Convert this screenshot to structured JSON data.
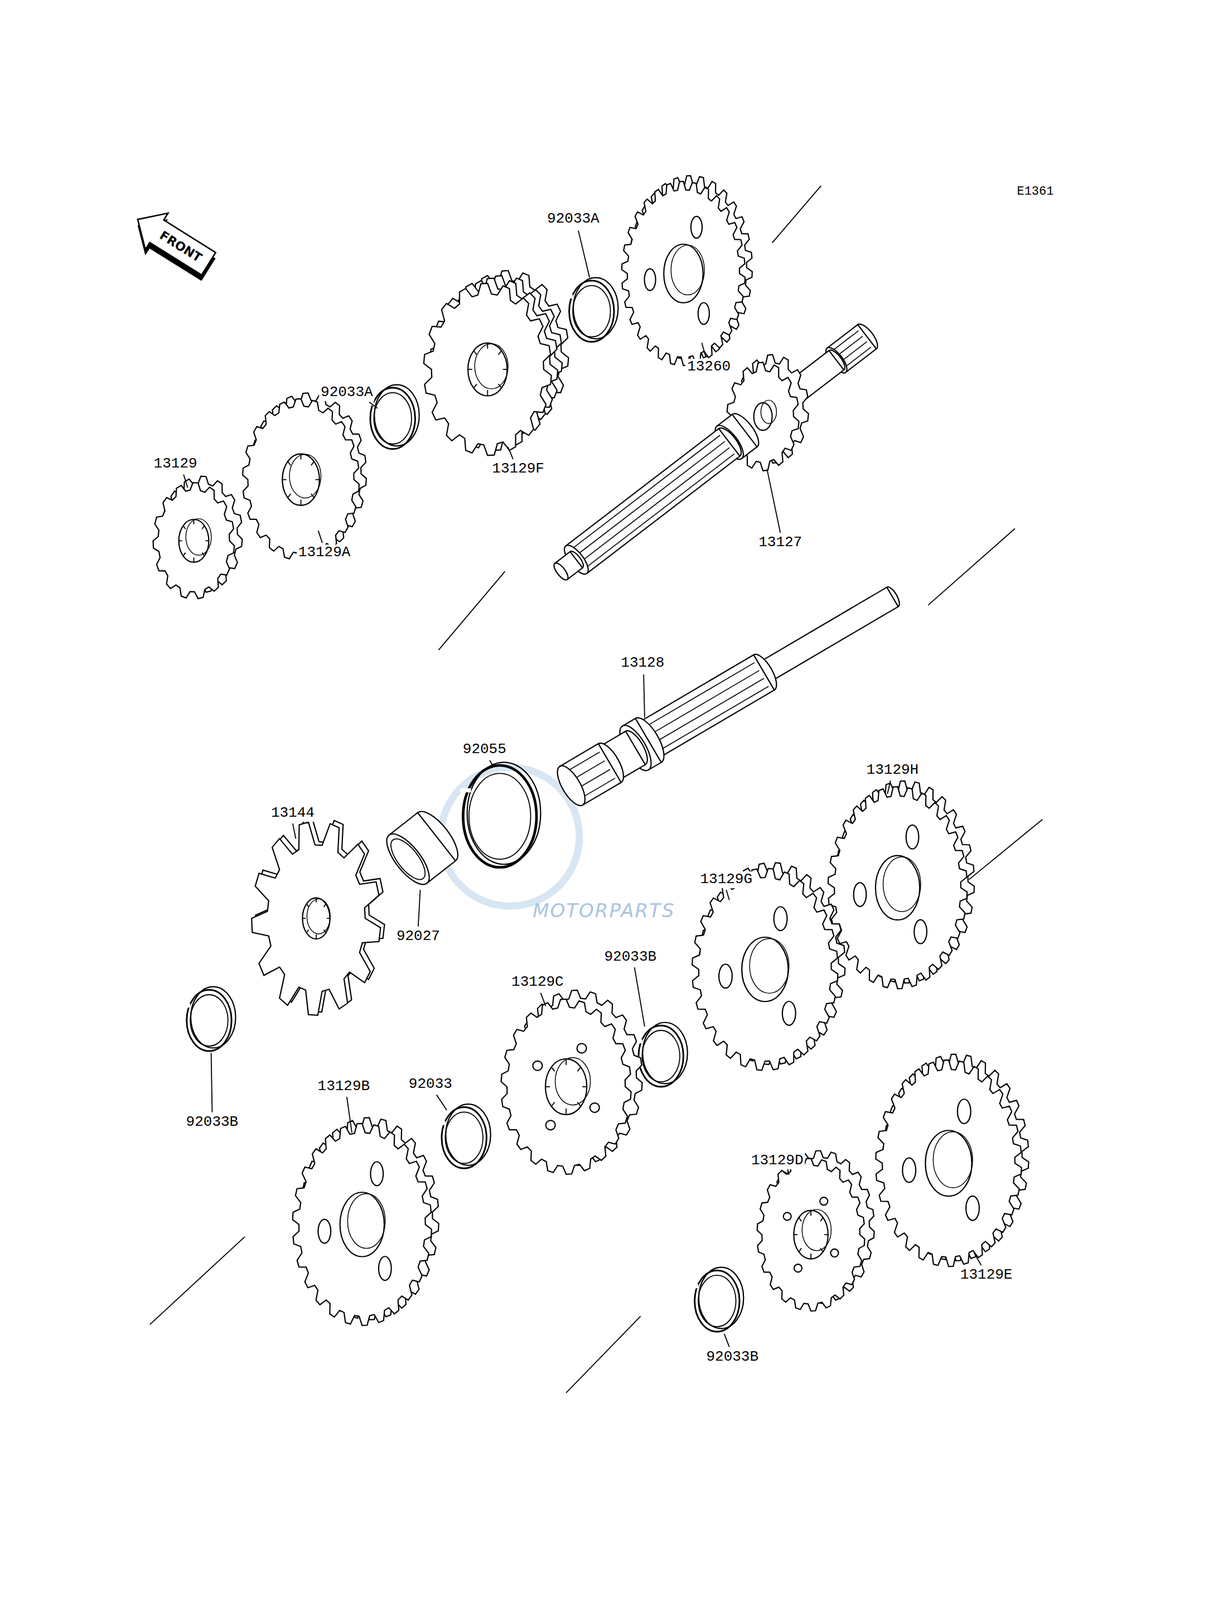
{
  "diagram": {
    "labels": [
      "FRONT",
      "E1361",
      "92033A",
      "13260",
      "92033A",
      "13129F",
      "13129",
      "13129A",
      "13127",
      "13128",
      "92055",
      "13144",
      "13129H",
      "92027",
      "13129G",
      "92033B",
      "13129C",
      "92033B",
      "92033",
      "13129B",
      "13129D",
      "13129E",
      "92033B",
      "MOTORPARTS"
    ]
  }
}
